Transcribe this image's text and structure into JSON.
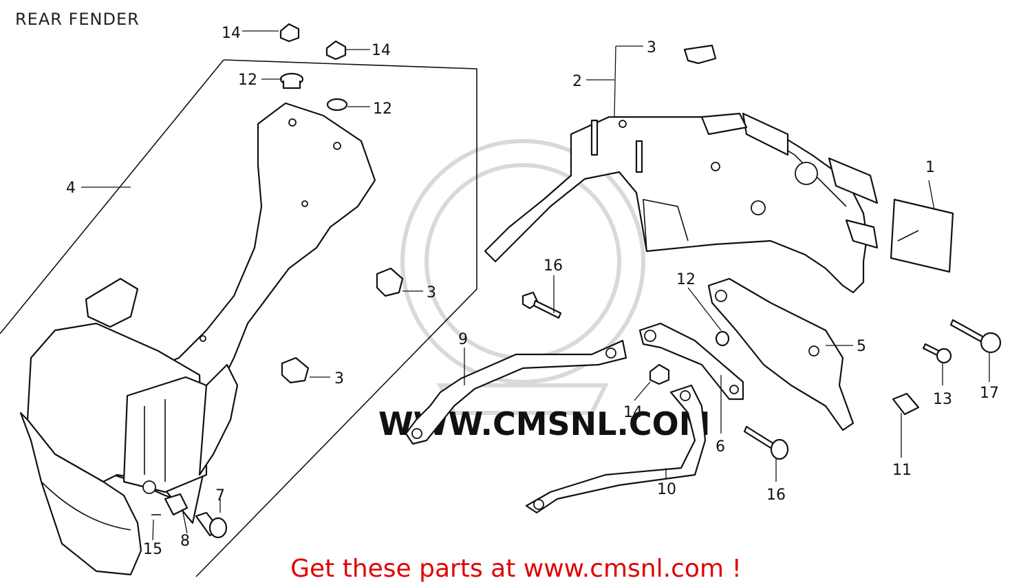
{
  "title": "REAR FENDER",
  "watermark": "WWW.CMSNL.COM",
  "footer": "Get these parts at www.cmsnl.com !",
  "callouts": {
    "c1": "1",
    "c2": "2",
    "c3a": "3",
    "c3b": "3",
    "c3c": "3",
    "c4": "4",
    "c5": "5",
    "c6": "6",
    "c7": "7",
    "c8": "8",
    "c9": "9",
    "c10": "10",
    "c11": "11",
    "c12a": "12",
    "c12b": "12",
    "c12c": "12",
    "c13": "13",
    "c14a": "14",
    "c14b": "14",
    "c14c": "14",
    "c15": "15",
    "c16a": "16",
    "c16b": "16",
    "c17": "17"
  },
  "colors": {
    "footer": "#e00000",
    "lines": "#111111",
    "watermark": "#d9d9d9"
  }
}
